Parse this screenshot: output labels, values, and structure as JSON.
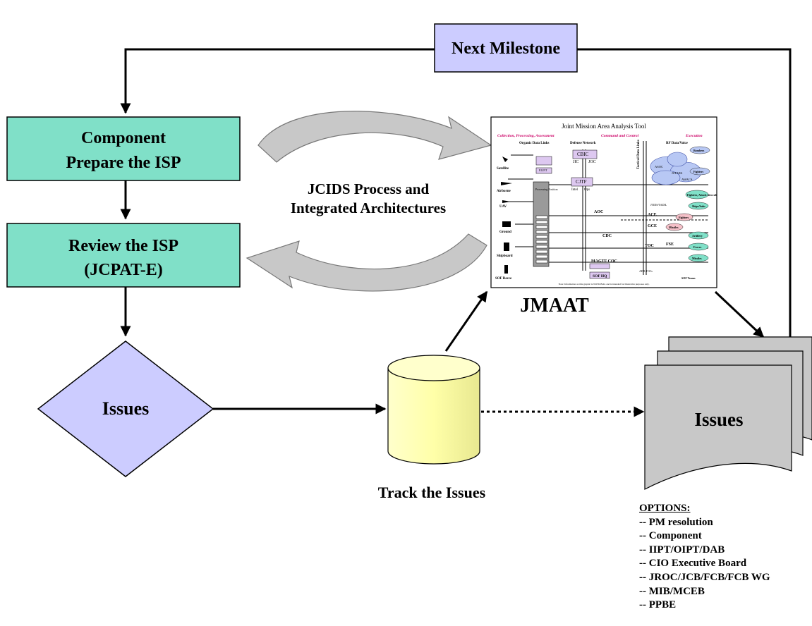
{
  "nodes": {
    "next_milestone": "Next Milestone",
    "component_line1": "Component",
    "component_line2": "Prepare the ISP",
    "review_line1": "Review the ISP",
    "review_line2": "(JCPAT-E)",
    "issues_diamond": "Issues",
    "issues_docs": "Issues",
    "track_issues": "Track the Issues",
    "jcids_line1": "JCIDS Process and",
    "jcids_line2": "Integrated Architectures",
    "jmaat": "JMAAT"
  },
  "jmaat_tool": {
    "title": "Joint Mission Area Analysis Tool",
    "sections": [
      "Collection, Processing, Assessment",
      "Command and Control",
      "Execution"
    ],
    "headers": [
      "Organic Data Links",
      "Defense Network",
      "RF Data/Voice",
      "Tactical Data Links"
    ],
    "left_labels": [
      "Satellite",
      "Airborne",
      "UAV",
      "Ground",
      "Shipboard",
      "SOF Recce"
    ],
    "center_labels": [
      "CBIC",
      "JIC",
      "JOC",
      "CJTF",
      "Intel",
      "Ops",
      "AOC",
      "CDC",
      "MAGTF COC",
      "SOF HQ",
      "Processing Position",
      "ELINT",
      "ASOC",
      "JSTARS",
      "AWACS",
      "DASC",
      "ACE",
      "GCE",
      "TOC",
      "FSE",
      "JTIDS/TADIL",
      "ADA TOCs"
    ],
    "right_labels": [
      "Bombers",
      "Fighters",
      "Fighters, Attack Aircraft",
      "Ships/Subs",
      "Fighters",
      "Missiles",
      "Artillery",
      "Forces",
      "Missiles",
      "SOF Teams"
    ],
    "note": "Note: Information on this graphic is NOTIONAL and is intended for illustrative purposes only."
  },
  "options": {
    "header": "OPTIONS:",
    "items": [
      "-- PM resolution",
      "-- Component",
      "-- IIPT/OIPT/DAB",
      "-- CIO Executive Board",
      "-- JROC/JCB/FCB/FCB WG",
      "-- MIB/MCEB",
      "-- PPBE"
    ]
  },
  "colors": {
    "milestone_fill": "#ccccff",
    "process_fill": "#80e0c8",
    "diamond_fill": "#ccccff",
    "cylinder_fill": "#ffffbb",
    "docs_fill": "#c8c8c8",
    "cycle_arrow_fill": "#c8c8c8"
  }
}
